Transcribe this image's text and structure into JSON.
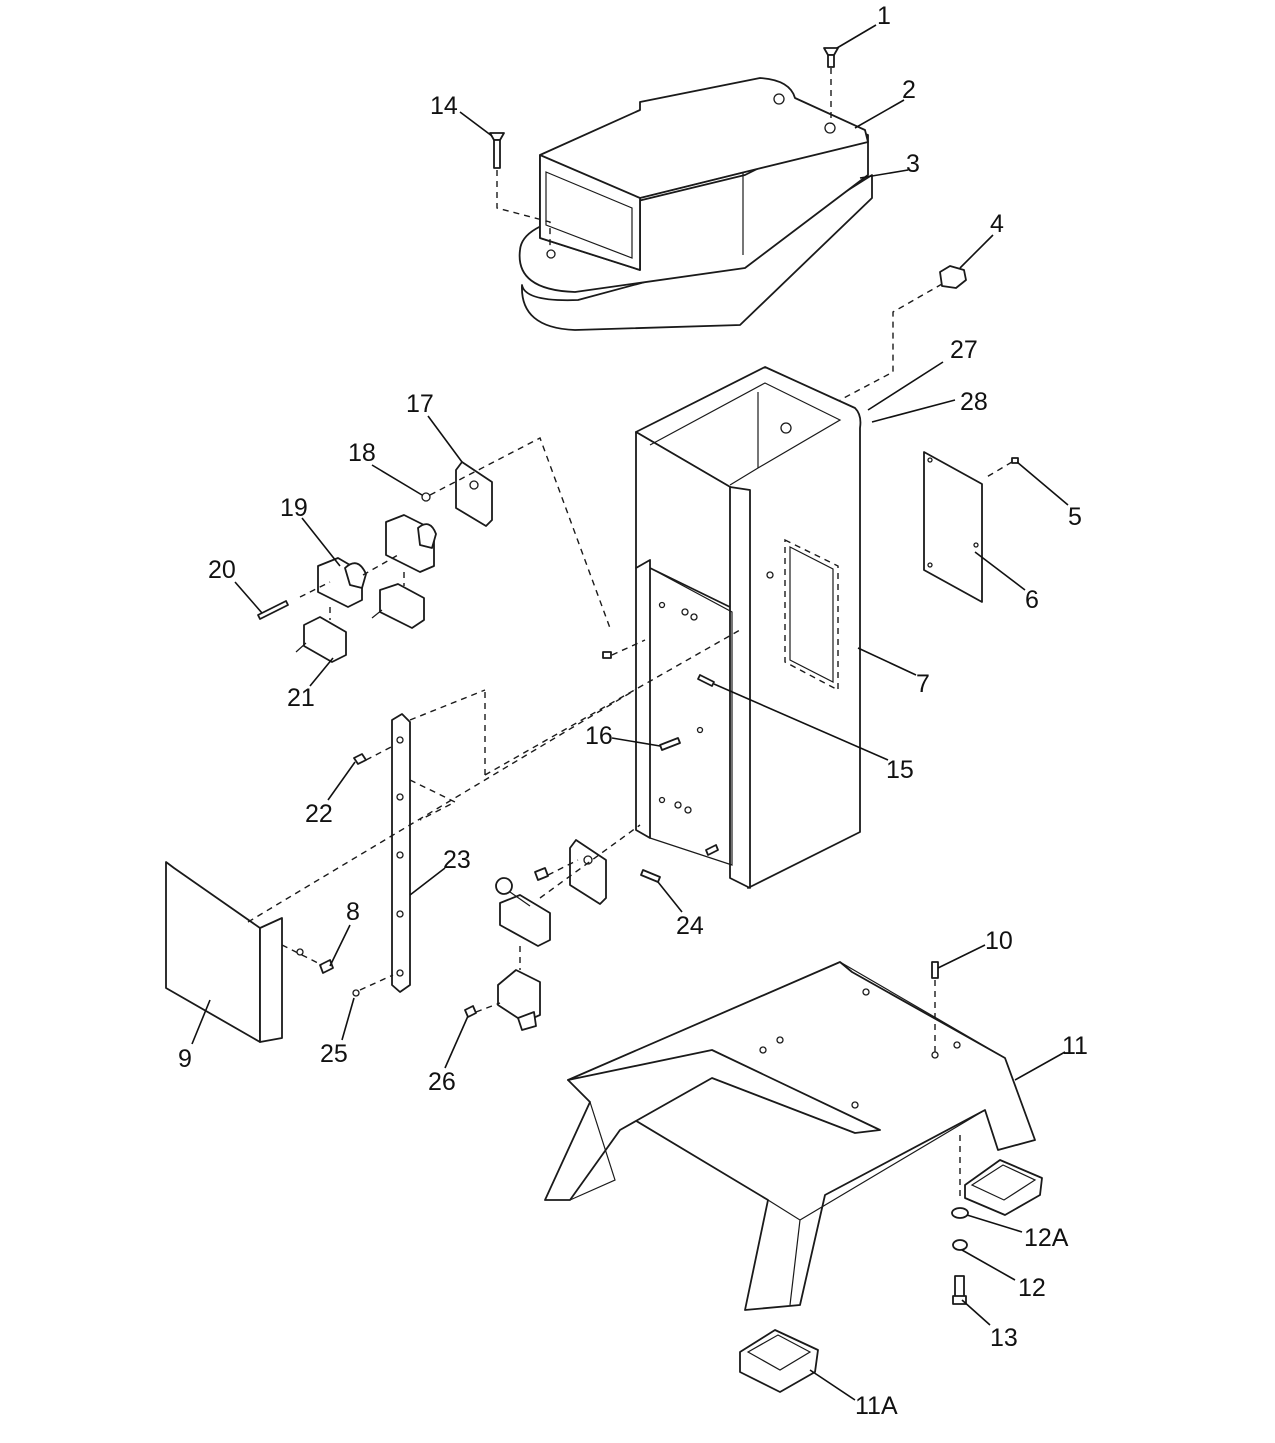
{
  "callouts": [
    {
      "label": "1"
    },
    {
      "label": "2"
    },
    {
      "label": "3"
    },
    {
      "label": "4"
    },
    {
      "label": "5"
    },
    {
      "label": "6"
    },
    {
      "label": "7"
    },
    {
      "label": "8"
    },
    {
      "label": "9"
    },
    {
      "label": "10"
    },
    {
      "label": "11"
    },
    {
      "label": "11A"
    },
    {
      "label": "12"
    },
    {
      "label": "12A"
    },
    {
      "label": "13"
    },
    {
      "label": "14"
    },
    {
      "label": "15"
    },
    {
      "label": "16"
    },
    {
      "label": "17"
    },
    {
      "label": "18"
    },
    {
      "label": "19"
    },
    {
      "label": "20"
    },
    {
      "label": "21"
    },
    {
      "label": "22"
    },
    {
      "label": "23"
    },
    {
      "label": "24"
    },
    {
      "label": "25"
    },
    {
      "label": "26"
    },
    {
      "label": "27"
    },
    {
      "label": "28"
    }
  ],
  "colors": {
    "line": "#1a1a1a",
    "background": "#ffffff"
  }
}
